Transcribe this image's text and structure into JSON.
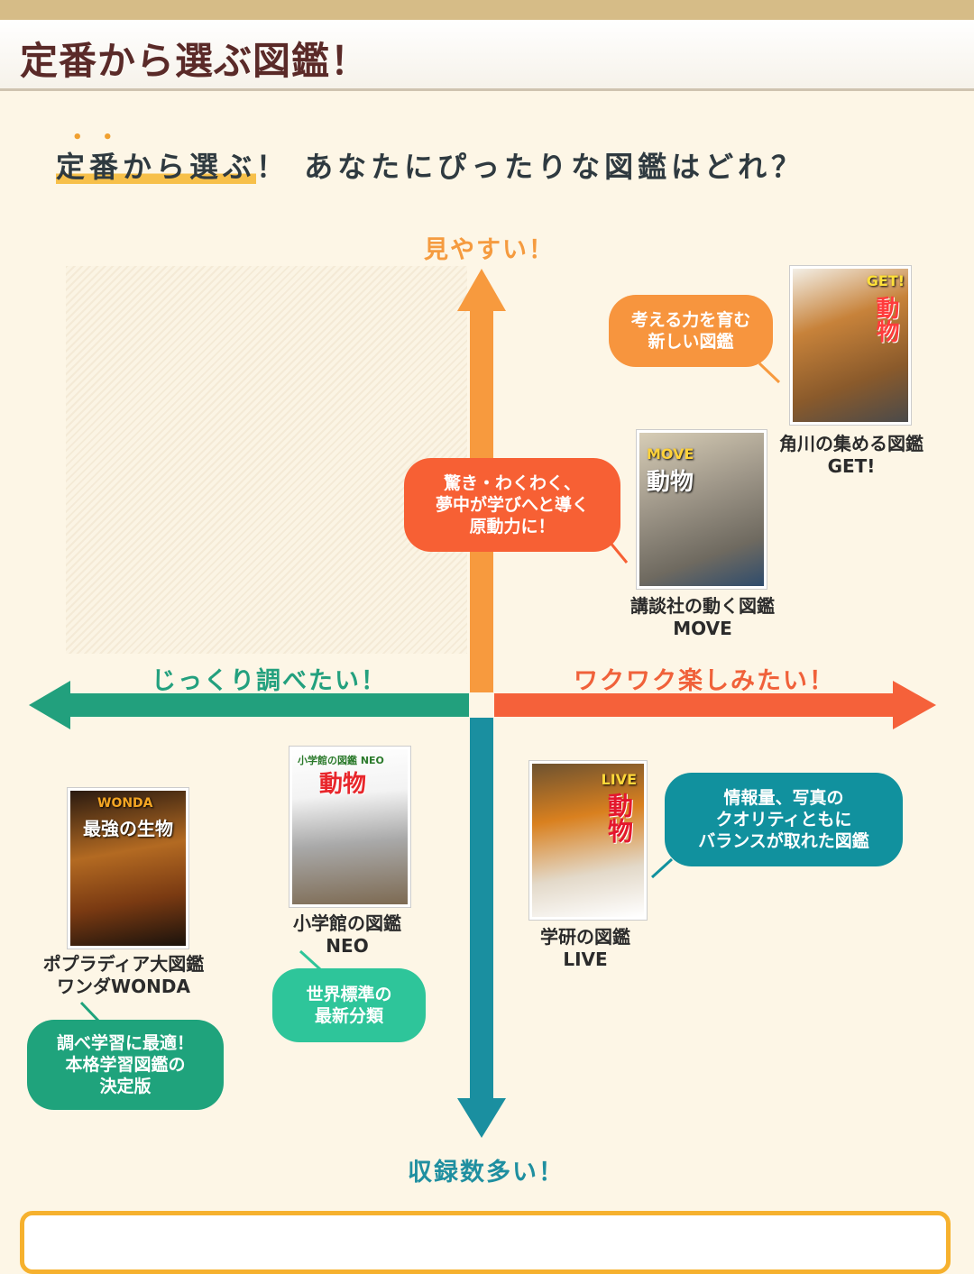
{
  "header": {
    "title": "定番から選ぶ図鑑！"
  },
  "subtitle": {
    "highlight": "定番から選ぶ",
    "rest": "！ あなたにぴったりな図鑑はどれ？",
    "dots": "••"
  },
  "axes": {
    "up": "見やすい！",
    "down": "収録数多い！",
    "left": "じっくり調べたい！",
    "right": "ワクワク楽しみたい！"
  },
  "colors": {
    "up": "#f79a3e",
    "down": "#1a8fa0",
    "left": "#22a07d",
    "right": "#f5613a"
  },
  "books": [
    {
      "id": "get",
      "cover_text": "動物",
      "cover_badge": "GET!",
      "caption_lines": [
        "角川の集める図鑑",
        "GET!"
      ],
      "bubble_lines": [
        "考える力を育む",
        "新しい図鑑"
      ]
    },
    {
      "id": "move",
      "cover_text": "動物",
      "cover_badge": "MOVE",
      "caption_lines": [
        "講談社の動く図鑑",
        "MOVE"
      ],
      "bubble_lines": [
        "驚き・わくわく、",
        "夢中が学びへと導く",
        "原動力に！"
      ]
    },
    {
      "id": "wonda",
      "cover_text": "最強の生物",
      "cover_badge": "WONDA",
      "caption_lines": [
        "ポプラディア大図鑑",
        "ワンダWONDA"
      ],
      "bubble_lines": [
        "調べ学習に最適！",
        "本格学習図鑑の",
        "決定版"
      ]
    },
    {
      "id": "neo",
      "cover_text": "動物",
      "cover_badge": "小学館の図鑑 NEO",
      "caption_lines": [
        "小学館の図鑑",
        "NEO"
      ],
      "bubble_lines": [
        "世界標準の",
        "最新分類"
      ]
    },
    {
      "id": "live",
      "cover_text": "動物",
      "cover_badge": "LIVE",
      "caption_lines": [
        "学研の図鑑",
        "LIVE"
      ],
      "bubble_lines": [
        "情報量、写真の",
        "クオリティともに",
        "バランスが取れた図鑑"
      ]
    }
  ]
}
